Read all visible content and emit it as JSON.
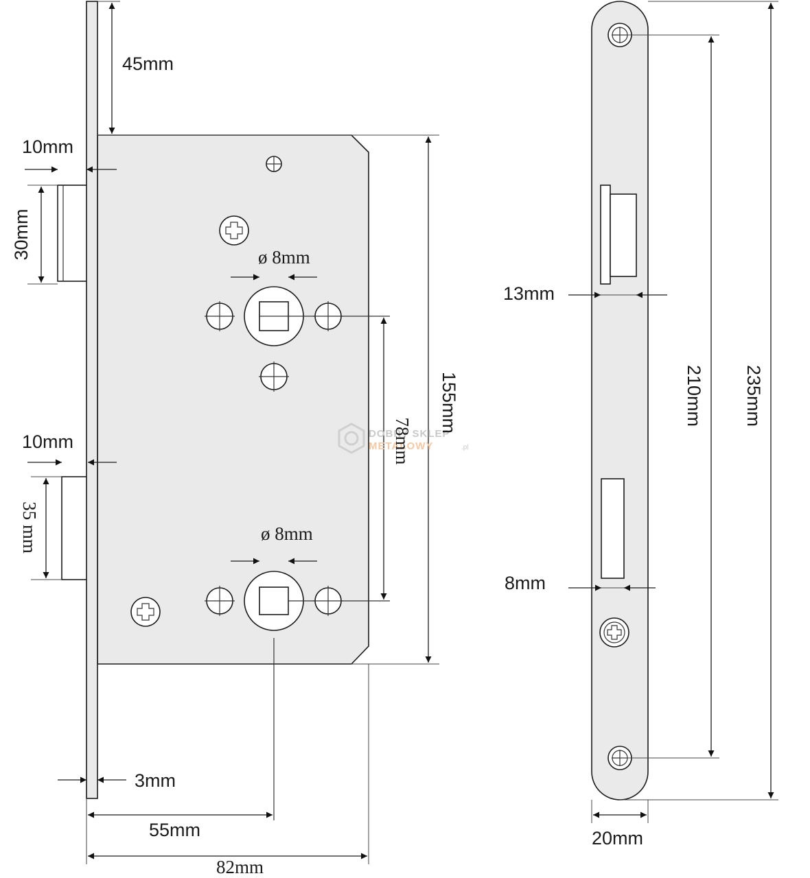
{
  "diagram": {
    "dimensions": {
      "top_offset": "45mm",
      "latch_setback": "10mm",
      "latch_height": "30mm",
      "handle_hole": "ø 8mm",
      "body_height": "155mm",
      "spindle_distance": "78mm",
      "bolt_setback": "10mm",
      "bolt_height": "35 mm",
      "key_hole": "ø 8mm",
      "faceplate_thickness": "3mm",
      "backset": "55mm",
      "body_depth": "82mm",
      "faceplate_latch_width": "13mm",
      "faceplate_bolt_width": "8mm",
      "hole_spacing": "210mm",
      "faceplate_length": "235mm",
      "faceplate_width": "20mm"
    },
    "watermark": {
      "line1": "DOBRY SKLEP",
      "line2": "METALOWY",
      "suffix": ".pl"
    }
  },
  "colors": {
    "body_fill": "#eaeaea",
    "outline": "#1a1a1a",
    "watermark_grey": "#c9c9c9",
    "watermark_orange": "#f3c9a6"
  }
}
